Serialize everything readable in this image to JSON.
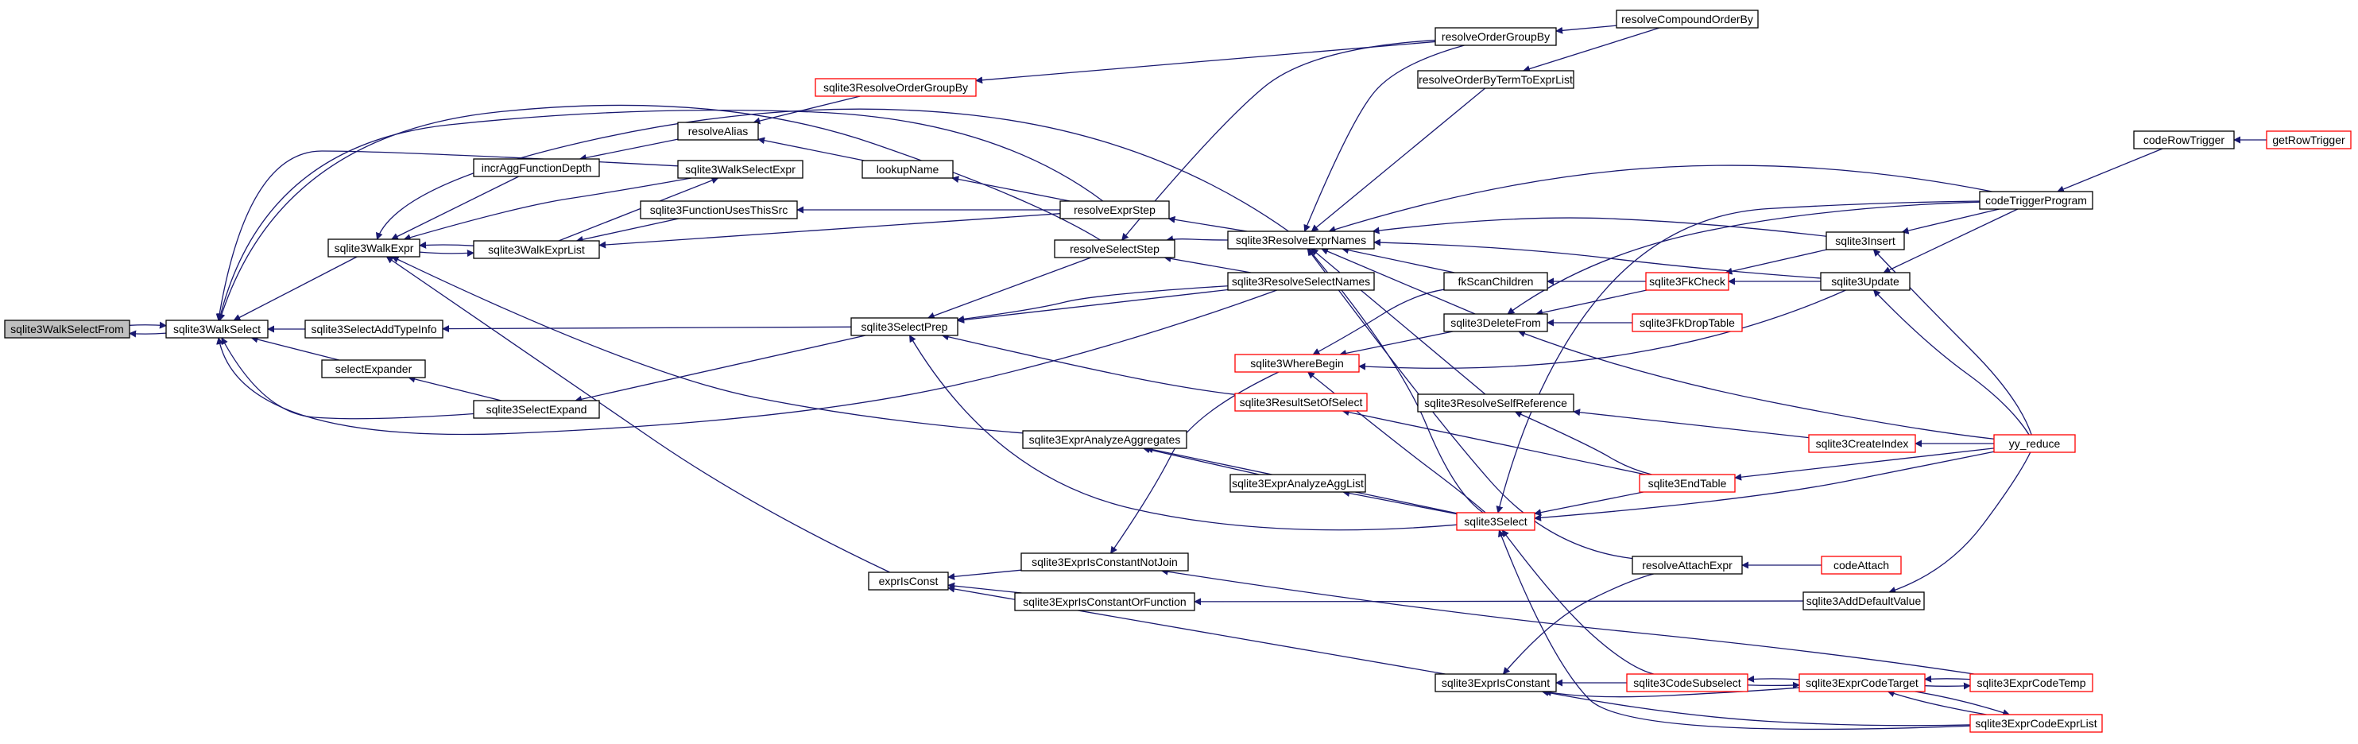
{
  "graph": {
    "edge_color": "#191970",
    "highlight_border": "#ff0000",
    "root_fill": "#bfbfbf",
    "nodes": [
      {
        "id": "sqlite3WalkSelectFrom",
        "label": "sqlite3WalkSelectFrom",
        "style": "root"
      },
      {
        "id": "sqlite3WalkSelect",
        "label": "sqlite3WalkSelect"
      },
      {
        "id": "sqlite3WalkExpr",
        "label": "sqlite3WalkExpr"
      },
      {
        "id": "sqlite3SelectAddTypeInfo",
        "label": "sqlite3SelectAddTypeInfo"
      },
      {
        "id": "selectExpander",
        "label": "selectExpander"
      },
      {
        "id": "incrAggFunctionDepth",
        "label": "incrAggFunctionDepth"
      },
      {
        "id": "resolveAlias",
        "label": "resolveAlias"
      },
      {
        "id": "sqlite3WalkSelectExpr",
        "label": "sqlite3WalkSelectExpr"
      },
      {
        "id": "sqlite3FunctionUsesThisSrc",
        "label": "sqlite3FunctionUsesThisSrc"
      },
      {
        "id": "sqlite3WalkExprList",
        "label": "sqlite3WalkExprList"
      },
      {
        "id": "sqlite3SelectExpand",
        "label": "sqlite3SelectExpand"
      },
      {
        "id": "sqlite3ResolveOrderGroupBy",
        "label": "sqlite3ResolveOrderGroupBy",
        "style": "red"
      },
      {
        "id": "lookupName",
        "label": "lookupName"
      },
      {
        "id": "sqlite3SelectPrep",
        "label": "sqlite3SelectPrep"
      },
      {
        "id": "sqlite3ExprAnalyzeAggregates",
        "label": "sqlite3ExprAnalyzeAggregates"
      },
      {
        "id": "exprIsConst",
        "label": "exprIsConst"
      },
      {
        "id": "resolveExprStep",
        "label": "resolveExprStep"
      },
      {
        "id": "resolveSelectStep",
        "label": "resolveSelectStep"
      },
      {
        "id": "sqlite3ExprIsConstantNotJoin",
        "label": "sqlite3ExprIsConstantNotJoin"
      },
      {
        "id": "sqlite3ExprIsConstantOrFunction",
        "label": "sqlite3ExprIsConstantOrFunction"
      },
      {
        "id": "sqlite3ResolveExprNames",
        "label": "sqlite3ResolveExprNames"
      },
      {
        "id": "sqlite3ResolveSelectNames",
        "label": "sqlite3ResolveSelectNames"
      },
      {
        "id": "sqlite3WhereBegin",
        "label": "sqlite3WhereBegin",
        "style": "red"
      },
      {
        "id": "sqlite3ResultSetOfSelect",
        "label": "sqlite3ResultSetOfSelect",
        "style": "red"
      },
      {
        "id": "sqlite3ExprAnalyzeAggList",
        "label": "sqlite3ExprAnalyzeAggList"
      },
      {
        "id": "resolveOrderGroupBy",
        "label": "resolveOrderGroupBy"
      },
      {
        "id": "resolveOrderByTermToExprList",
        "label": "resolveOrderByTermToExprList"
      },
      {
        "id": "fkScanChildren",
        "label": "fkScanChildren"
      },
      {
        "id": "sqlite3DeleteFrom",
        "label": "sqlite3DeleteFrom"
      },
      {
        "id": "sqlite3ResolveSelfReference",
        "label": "sqlite3ResolveSelfReference"
      },
      {
        "id": "sqlite3Select",
        "label": "sqlite3Select",
        "style": "red"
      },
      {
        "id": "sqlite3ExprIsConstant",
        "label": "sqlite3ExprIsConstant"
      },
      {
        "id": "resolveCompoundOrderBy",
        "label": "resolveCompoundOrderBy"
      },
      {
        "id": "sqlite3FkDropTable",
        "label": "sqlite3FkDropTable",
        "style": "red"
      },
      {
        "id": "resolveAttachExpr",
        "label": "resolveAttachExpr"
      },
      {
        "id": "sqlite3CodeSubselect",
        "label": "sqlite3CodeSubselect",
        "style": "red"
      },
      {
        "id": "sqlite3FkCheck",
        "label": "sqlite3FkCheck",
        "style": "red"
      },
      {
        "id": "sqlite3EndTable",
        "label": "sqlite3EndTable",
        "style": "red"
      },
      {
        "id": "sqlite3CreateIndex",
        "label": "sqlite3CreateIndex",
        "style": "red"
      },
      {
        "id": "codeAttach",
        "label": "codeAttach",
        "style": "red"
      },
      {
        "id": "sqlite3ExprCodeTarget",
        "label": "sqlite3ExprCodeTarget",
        "style": "red"
      },
      {
        "id": "sqlite3Insert",
        "label": "sqlite3Insert"
      },
      {
        "id": "sqlite3Update",
        "label": "sqlite3Update"
      },
      {
        "id": "sqlite3AddDefaultValue",
        "label": "sqlite3AddDefaultValue"
      },
      {
        "id": "sqlite3ExprCodeTemp",
        "label": "sqlite3ExprCodeTemp",
        "style": "red"
      },
      {
        "id": "sqlite3ExprCodeExprList",
        "label": "sqlite3ExprCodeExprList",
        "style": "red"
      },
      {
        "id": "codeTriggerProgram",
        "label": "codeTriggerProgram"
      },
      {
        "id": "yy_reduce",
        "label": "yy_reduce",
        "style": "red"
      },
      {
        "id": "codeRowTrigger",
        "label": "codeRowTrigger"
      },
      {
        "id": "getRowTrigger",
        "label": "getRowTrigger",
        "style": "red"
      }
    ],
    "edges": [
      {
        "from": "sqlite3WalkSelectFrom",
        "to": "sqlite3WalkSelect",
        "arrow": "end"
      },
      {
        "from": "sqlite3WalkSelectFrom",
        "to": "sqlite3WalkSelect",
        "arrow": "start"
      },
      {
        "from": "sqlite3WalkSelect",
        "to": "sqlite3WalkExpr",
        "arrow": "start"
      },
      {
        "from": "sqlite3WalkSelect",
        "to": "sqlite3SelectAddTypeInfo",
        "arrow": "start"
      },
      {
        "from": "sqlite3WalkSelect",
        "to": "selectExpander",
        "arrow": "start"
      },
      {
        "from": "sqlite3WalkSelect",
        "to": "sqlite3SelectExpand",
        "arrow": "start"
      },
      {
        "from": "sqlite3WalkSelect",
        "to": "sqlite3WalkSelectExpr",
        "arrow": "start"
      },
      {
        "from": "sqlite3WalkSelect",
        "to": "resolveExprStep",
        "arrow": "start"
      },
      {
        "from": "sqlite3WalkSelect",
        "to": "resolveSelectStep",
        "arrow": "start"
      },
      {
        "from": "sqlite3WalkSelect",
        "to": "sqlite3ResolveSelectNames",
        "arrow": "start"
      },
      {
        "from": "sqlite3WalkExpr",
        "to": "incrAggFunctionDepth",
        "arrow": "start"
      },
      {
        "from": "sqlite3WalkExpr",
        "to": "sqlite3WalkSelectExpr",
        "arrow": "start"
      },
      {
        "from": "sqlite3WalkExpr",
        "to": "sqlite3WalkExprList",
        "arrow": "start"
      },
      {
        "from": "sqlite3WalkExpr",
        "to": "sqlite3WalkExprList",
        "arrow": "end"
      },
      {
        "from": "sqlite3WalkExpr",
        "to": "sqlite3ResolveExprNames",
        "arrow": "start"
      },
      {
        "from": "sqlite3WalkExpr",
        "to": "sqlite3ExprAnalyzeAggregates",
        "arrow": "start"
      },
      {
        "from": "sqlite3WalkExpr",
        "to": "exprIsConst",
        "arrow": "start"
      },
      {
        "from": "sqlite3SelectAddTypeInfo",
        "to": "sqlite3SelectPrep",
        "arrow": "start"
      },
      {
        "from": "selectExpander",
        "to": "sqlite3SelectExpand",
        "arrow": "start"
      },
      {
        "from": "incrAggFunctionDepth",
        "to": "resolveAlias",
        "arrow": "start"
      },
      {
        "from": "resolveAlias",
        "to": "sqlite3ResolveOrderGroupBy",
        "arrow": "start"
      },
      {
        "from": "resolveAlias",
        "to": "lookupName",
        "arrow": "start"
      },
      {
        "from": "sqlite3WalkSelectExpr",
        "to": "sqlite3WalkExprList",
        "arrow": "start"
      },
      {
        "from": "sqlite3WalkExprList",
        "to": "sqlite3FunctionUsesThisSrc",
        "arrow": "start"
      },
      {
        "from": "sqlite3WalkExprList",
        "to": "resolveExprStep",
        "arrow": "start"
      },
      {
        "from": "sqlite3FunctionUsesThisSrc",
        "to": "resolveExprStep",
        "arrow": "start"
      },
      {
        "from": "lookupName",
        "to": "resolveExprStep",
        "arrow": "start"
      },
      {
        "from": "sqlite3SelectExpand",
        "to": "sqlite3SelectPrep",
        "arrow": "start"
      },
      {
        "from": "sqlite3ResolveOrderGroupBy",
        "to": "resolveOrderGroupBy",
        "arrow": "start"
      },
      {
        "from": "sqlite3SelectPrep",
        "to": "resolveSelectStep",
        "arrow": "start"
      },
      {
        "from": "sqlite3SelectPrep",
        "to": "sqlite3ResolveSelectNames",
        "arrow": "start"
      },
      {
        "from": "sqlite3SelectPrep",
        "to": "sqlite3ResultSetOfSelect",
        "arrow": "start"
      },
      {
        "from": "sqlite3SelectPrep",
        "to": "sqlite3Select",
        "arrow": "start"
      },
      {
        "from": "sqlite3ExprAnalyzeAggregates",
        "to": "sqlite3ExprAnalyzeAggList",
        "arrow": "start"
      },
      {
        "from": "sqlite3ExprAnalyzeAggregates",
        "to": "sqlite3Select",
        "arrow": "start"
      },
      {
        "from": "exprIsConst",
        "to": "sqlite3ExprIsConstantNotJoin",
        "arrow": "start"
      },
      {
        "from": "exprIsConst",
        "to": "sqlite3ExprIsConstantOrFunction",
        "arrow": "start"
      },
      {
        "from": "exprIsConst",
        "to": "sqlite3ExprIsConstant",
        "arrow": "start"
      },
      {
        "from": "resolveExprStep",
        "to": "sqlite3ResolveExprNames",
        "arrow": "start"
      },
      {
        "from": "resolveSelectStep",
        "to": "sqlite3ResolveExprNames",
        "arrow": "start"
      },
      {
        "from": "resolveSelectStep",
        "to": "sqlite3ResolveSelectNames",
        "arrow": "start"
      },
      {
        "from": "resolveSelectStep",
        "to": "resolveOrderGroupBy",
        "arrow": "start"
      },
      {
        "from": "sqlite3ExprIsConstantNotJoin",
        "to": "sqlite3WhereBegin",
        "arrow": "start"
      },
      {
        "from": "sqlite3ExprIsConstantNotJoin",
        "to": "sqlite3ExprCodeTemp",
        "arrow": "start"
      },
      {
        "from": "sqlite3ExprIsConstantOrFunction",
        "to": "sqlite3AddDefaultValue",
        "arrow": "start"
      },
      {
        "from": "sqlite3ResolveExprNames",
        "to": "resolveOrderGroupBy",
        "arrow": "start"
      },
      {
        "from": "sqlite3ResolveExprNames",
        "to": "resolveOrderByTermToExprList",
        "arrow": "start"
      },
      {
        "from": "sqlite3ResolveExprNames",
        "to": "fkScanChildren",
        "arrow": "start"
      },
      {
        "from": "sqlite3ResolveExprNames",
        "to": "sqlite3DeleteFrom",
        "arrow": "start"
      },
      {
        "from": "sqlite3ResolveExprNames",
        "to": "sqlite3ResolveSelfReference",
        "arrow": "start"
      },
      {
        "from": "sqlite3ResolveExprNames",
        "to": "resolveAttachExpr",
        "arrow": "start"
      },
      {
        "from": "sqlite3ResolveExprNames",
        "to": "sqlite3Insert",
        "arrow": "start"
      },
      {
        "from": "sqlite3ResolveExprNames",
        "to": "sqlite3Update",
        "arrow": "start"
      },
      {
        "from": "sqlite3ResolveExprNames",
        "to": "codeTriggerProgram",
        "arrow": "start"
      },
      {
        "from": "sqlite3ResolveExprNames",
        "to": "sqlite3Select",
        "arrow": "start"
      },
      {
        "from": "sqlite3ResolveSelectNames",
        "to": "sqlite3SelectPrep",
        "arrow": "end"
      },
      {
        "from": "sqlite3WhereBegin",
        "to": "fkScanChildren",
        "arrow": "start"
      },
      {
        "from": "sqlite3WhereBegin",
        "to": "sqlite3DeleteFrom",
        "arrow": "start"
      },
      {
        "from": "sqlite3WhereBegin",
        "to": "sqlite3Update",
        "arrow": "start"
      },
      {
        "from": "sqlite3WhereBegin",
        "to": "sqlite3Select",
        "arrow": "start"
      },
      {
        "from": "sqlite3ResultSetOfSelect",
        "to": "sqlite3EndTable",
        "arrow": "start"
      },
      {
        "from": "sqlite3ExprAnalyzeAggList",
        "to": "sqlite3Select",
        "arrow": "start"
      },
      {
        "from": "resolveOrderGroupBy",
        "to": "resolveCompoundOrderBy",
        "arrow": "start"
      },
      {
        "from": "resolveOrderByTermToExprList",
        "to": "resolveCompoundOrderBy",
        "arrow": "start"
      },
      {
        "from": "fkScanChildren",
        "to": "sqlite3FkCheck",
        "arrow": "start"
      },
      {
        "from": "sqlite3DeleteFrom",
        "to": "sqlite3FkDropTable",
        "arrow": "start"
      },
      {
        "from": "sqlite3DeleteFrom",
        "to": "sqlite3FkCheck",
        "arrow": "start"
      },
      {
        "from": "sqlite3DeleteFrom",
        "to": "yy_reduce",
        "arrow": "start"
      },
      {
        "from": "sqlite3DeleteFrom",
        "to": "codeTriggerProgram",
        "arrow": "start"
      },
      {
        "from": "sqlite3ResolveSelfReference",
        "to": "sqlite3CreateIndex",
        "arrow": "start"
      },
      {
        "from": "sqlite3ResolveSelfReference",
        "to": "sqlite3EndTable",
        "arrow": "start"
      },
      {
        "from": "sqlite3Select",
        "to": "sqlite3EndTable",
        "arrow": "start"
      },
      {
        "from": "sqlite3Select",
        "to": "yy_reduce",
        "arrow": "start"
      },
      {
        "from": "sqlite3Select",
        "to": "codeTriggerProgram",
        "arrow": "start"
      },
      {
        "from": "sqlite3Select",
        "to": "sqlite3CodeSubselect",
        "arrow": "start"
      },
      {
        "from": "sqlite3Select",
        "to": "sqlite3ExprCodeExprList",
        "arrow": "start"
      },
      {
        "from": "sqlite3ExprIsConstant",
        "to": "resolveAttachExpr",
        "arrow": "start"
      },
      {
        "from": "sqlite3ExprIsConstant",
        "to": "sqlite3CodeSubselect",
        "arrow": "start"
      },
      {
        "from": "sqlite3ExprIsConstant",
        "to": "sqlite3ExprCodeTarget",
        "arrow": "start"
      },
      {
        "from": "sqlite3ExprIsConstant",
        "to": "sqlite3ExprCodeExprList",
        "arrow": "start"
      },
      {
        "from": "resolveAttachExpr",
        "to": "codeAttach",
        "arrow": "start"
      },
      {
        "from": "sqlite3CodeSubselect",
        "to": "sqlite3ExprCodeTarget",
        "arrow": "start"
      },
      {
        "from": "sqlite3CodeSubselect",
        "to": "sqlite3ExprCodeTarget",
        "arrow": "end"
      },
      {
        "from": "sqlite3FkCheck",
        "to": "sqlite3Insert",
        "arrow": "start"
      },
      {
        "from": "sqlite3FkCheck",
        "to": "sqlite3Update",
        "arrow": "start"
      },
      {
        "from": "sqlite3EndTable",
        "to": "yy_reduce",
        "arrow": "start"
      },
      {
        "from": "sqlite3CreateIndex",
        "to": "yy_reduce",
        "arrow": "start"
      },
      {
        "from": "sqlite3ExprCodeTarget",
        "to": "sqlite3ExprCodeTemp",
        "arrow": "start"
      },
      {
        "from": "sqlite3ExprCodeTarget",
        "to": "sqlite3ExprCodeTemp",
        "arrow": "end"
      },
      {
        "from": "sqlite3ExprCodeTarget",
        "to": "sqlite3ExprCodeExprList",
        "arrow": "start"
      },
      {
        "from": "sqlite3ExprCodeTarget",
        "to": "sqlite3ExprCodeExprList",
        "arrow": "end"
      },
      {
        "from": "sqlite3Insert",
        "to": "codeTriggerProgram",
        "arrow": "start"
      },
      {
        "from": "sqlite3Insert",
        "to": "yy_reduce",
        "arrow": "start"
      },
      {
        "from": "sqlite3Update",
        "to": "codeTriggerProgram",
        "arrow": "start"
      },
      {
        "from": "sqlite3Update",
        "to": "yy_reduce",
        "arrow": "start"
      },
      {
        "from": "sqlite3AddDefaultValue",
        "to": "yy_reduce",
        "arrow": "start"
      },
      {
        "from": "codeTriggerProgram",
        "to": "codeRowTrigger",
        "arrow": "start"
      },
      {
        "from": "codeRowTrigger",
        "to": "getRowTrigger",
        "arrow": "start"
      }
    ]
  }
}
